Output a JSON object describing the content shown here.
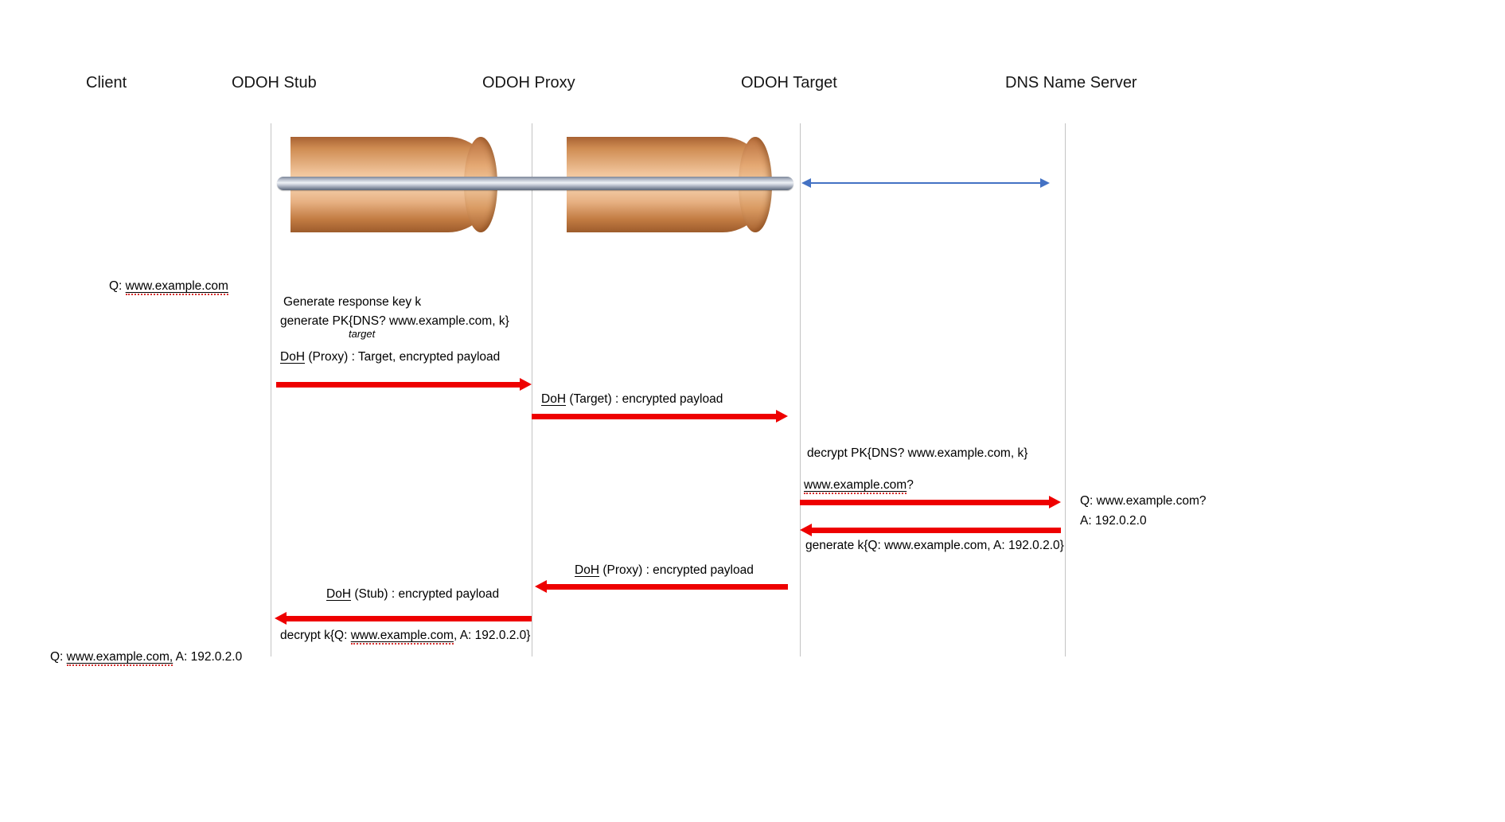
{
  "colors": {
    "arrow-red": "#ee0000",
    "blue-arrow": "#4472c4",
    "lifeline": "#c4c4c4",
    "spell-underline": "#d63030",
    "cylinder-light": "#f6d2ae",
    "cylinder-dark": "#a86233",
    "pipe-light": "#eef1f6",
    "pipe-dark": "#5f6a7c"
  },
  "headers": {
    "client": "Client",
    "stub": "ODOH Stub",
    "proxy": "ODOH Proxy",
    "target": "ODOH Target",
    "dns": "DNS Name Server"
  },
  "labels": {
    "client_query": {
      "prefix": "Q: ",
      "domain": "www.example.com"
    },
    "generate_key": "Generate response key  k",
    "generate_pk": "generate PK{DNS? www.example.com, k}",
    "pk_subscript": "target",
    "doh_proxy_request": {
      "doh": "DoH",
      "rest": " (Proxy) : Target, encrypted payload"
    },
    "doh_target_request": {
      "doh": "DoH",
      "rest": " (Target) : encrypted payload"
    },
    "decrypt_pk": "decrypt PK{DNS? www.example.com, k}",
    "target_query": {
      "domain": "www.example.com",
      "suffix": "?"
    },
    "ns_query": "Q: www.example.com?",
    "ns_answer": "A: 192.0.2.0",
    "generate_k": "generate k{Q: www.example.com, A: 192.0.2.0}",
    "doh_proxy_response": {
      "doh": "DoH",
      "rest": " (Proxy) : encrypted payload"
    },
    "doh_stub_response": {
      "doh": "DoH",
      "rest": " (Stub) : encrypted payload"
    },
    "decrypt_k": {
      "prefix": "decrypt k{Q: ",
      "domain": "www.example.com",
      "suffix": ", A: 192.0.2.0}"
    },
    "final_answer": {
      "prefix": "Q: ",
      "domain": "www.example.com,",
      "suffix": " A: 192.0.2.0"
    }
  }
}
